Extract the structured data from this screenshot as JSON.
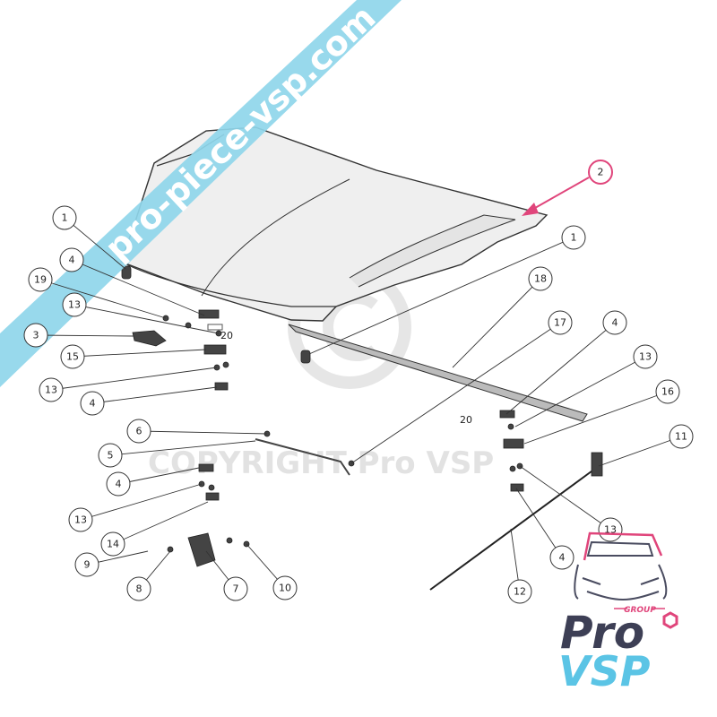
{
  "watermark_banner": {
    "text": "pro-piece-vsp.com",
    "color": "#8fd6ea"
  },
  "copyright_watermark": {
    "text": "COPYRIGHT Pro VSP",
    "color": "#dcdcdc"
  },
  "callouts": [
    "1",
    "4",
    "19",
    "13",
    "3",
    "15",
    "13",
    "4",
    "6",
    "5",
    "4",
    "13",
    "14",
    "9",
    "8",
    "7",
    "10",
    "2",
    "1",
    "18",
    "17",
    "4",
    "13",
    "16",
    "11",
    "13",
    "4",
    "12"
  ],
  "plain_labels": [
    "20",
    "20"
  ],
  "highlight_color": "#e0457b",
  "logo": {
    "group": "GROUP",
    "pro": "Pro",
    "vsp": "VSP",
    "dark_color": "#3d3f55",
    "light_color": "#5bc4e5",
    "accent_color": "#e0457b"
  }
}
